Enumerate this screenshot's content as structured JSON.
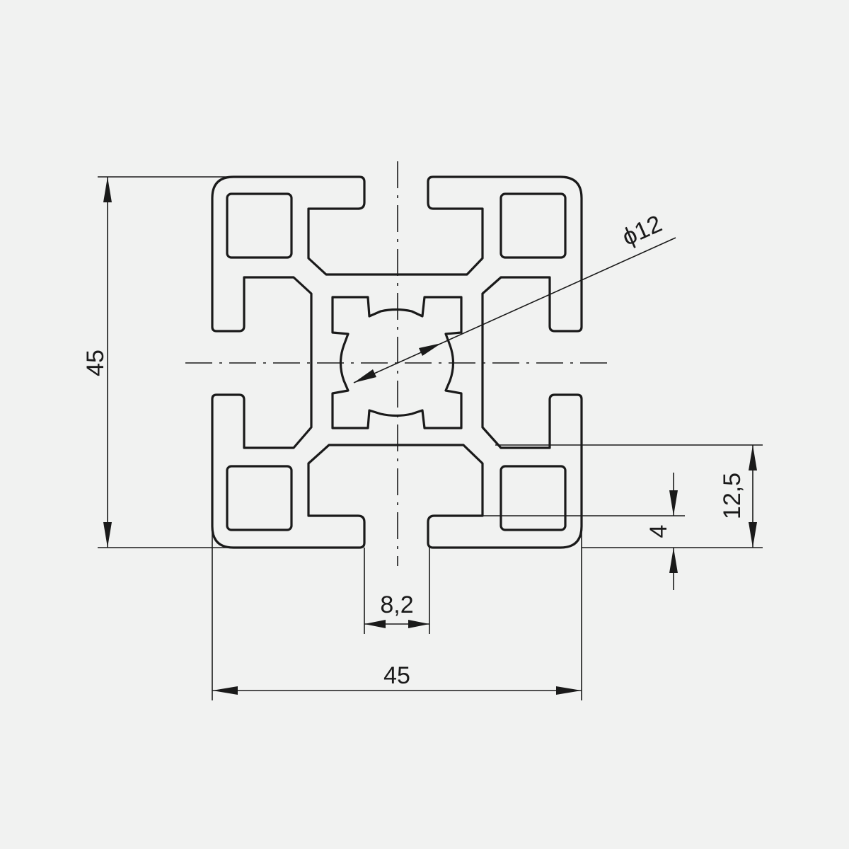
{
  "drawing": {
    "line_color": "#1a1a1a",
    "background": "#f1f2f1",
    "dimensions": {
      "overall_height": "45",
      "overall_width": "45",
      "slot_width": "8,2",
      "bore_diameter": "ϕ12",
      "slot_offset": "12,5",
      "wall_thickness": "4"
    }
  }
}
